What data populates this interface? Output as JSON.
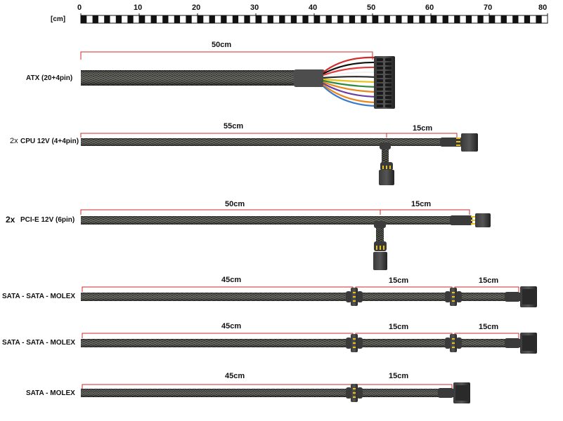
{
  "ruler": {
    "unit": "[cm]",
    "ticks": [
      "0",
      "10",
      "20",
      "30",
      "40",
      "50",
      "60",
      "70",
      "80"
    ]
  },
  "cables": {
    "atx": {
      "label": "ATX (20+4pin)",
      "dims": [
        "50cm"
      ]
    },
    "cpu": {
      "prefix": "2x",
      "label": "CPU 12V (4+4pin)",
      "dims": [
        "55cm",
        "15cm"
      ]
    },
    "pcie": {
      "prefix": "2x",
      "label": "PCI-E 12V (6pin)",
      "dims": [
        "50cm",
        "15cm"
      ]
    },
    "sata1": {
      "label": "SATA - SATA - MOLEX",
      "dims": [
        "45cm",
        "15cm",
        "15cm"
      ]
    },
    "sata2": {
      "label": "SATA - SATA - MOLEX",
      "dims": [
        "45cm",
        "15cm",
        "15cm"
      ]
    },
    "sata3": {
      "label": "SATA - MOLEX",
      "dims": [
        "45cm",
        "15cm"
      ]
    }
  },
  "colors": {
    "dimension_line": "#cc2a2a",
    "sleeve": "#2a2a2a",
    "ruler_dark": "#111111"
  }
}
